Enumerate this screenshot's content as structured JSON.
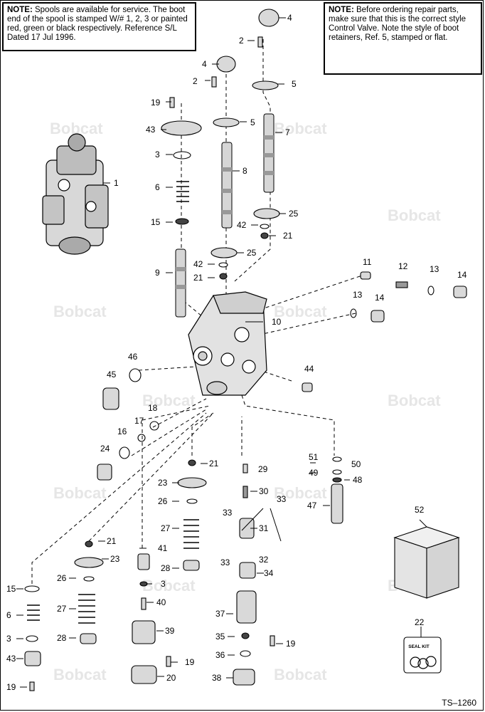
{
  "notes": {
    "left": {
      "label": "NOTE:",
      "text": "Spools are available for service. The boot end of the spool is stamped W/# 1, 2, 3 or painted red, green or black respectively. Reference S/L Dated 17 Jul 1996."
    },
    "right": {
      "label": "NOTE:",
      "text": "Before ordering repair parts, make sure that this is the correct style Control Valve. Note the style of boot retainers, Ref. 5, stamped or flat."
    }
  },
  "watermark": "Bobcat",
  "reference_code": "TS–1260",
  "seal_kit_label": "SEAL KIT",
  "callouts": [
    {
      "id": "c4a",
      "text": "4"
    },
    {
      "id": "c2a",
      "text": "2"
    },
    {
      "id": "c4b",
      "text": "4"
    },
    {
      "id": "c2b",
      "text": "2"
    },
    {
      "id": "c5a",
      "text": "5"
    },
    {
      "id": "c19a",
      "text": "19"
    },
    {
      "id": "c5b",
      "text": "5"
    },
    {
      "id": "c43a",
      "text": "43"
    },
    {
      "id": "c7",
      "text": "7"
    },
    {
      "id": "c3a",
      "text": "3"
    },
    {
      "id": "c8",
      "text": "8"
    },
    {
      "id": "c1",
      "text": "1"
    },
    {
      "id": "c6a",
      "text": "6"
    },
    {
      "id": "c25a",
      "text": "25"
    },
    {
      "id": "c15a",
      "text": "15"
    },
    {
      "id": "c42a",
      "text": "42"
    },
    {
      "id": "c21a",
      "text": "21"
    },
    {
      "id": "c25b",
      "text": "25"
    },
    {
      "id": "c42b",
      "text": "42"
    },
    {
      "id": "c9",
      "text": "9"
    },
    {
      "id": "c21b",
      "text": "21"
    },
    {
      "id": "c11",
      "text": "11"
    },
    {
      "id": "c12",
      "text": "12"
    },
    {
      "id": "c13a",
      "text": "13"
    },
    {
      "id": "c14a",
      "text": "14"
    },
    {
      "id": "c13b",
      "text": "13"
    },
    {
      "id": "c14b",
      "text": "14"
    },
    {
      "id": "c10",
      "text": "10"
    },
    {
      "id": "c46",
      "text": "46"
    },
    {
      "id": "c45",
      "text": "45"
    },
    {
      "id": "c44",
      "text": "44"
    },
    {
      "id": "c18",
      "text": "18"
    },
    {
      "id": "c17",
      "text": "17"
    },
    {
      "id": "c16",
      "text": "16"
    },
    {
      "id": "c24",
      "text": "24"
    },
    {
      "id": "c21c",
      "text": "21"
    },
    {
      "id": "c29",
      "text": "29"
    },
    {
      "id": "c51",
      "text": "51"
    },
    {
      "id": "c50",
      "text": "50"
    },
    {
      "id": "c49",
      "text": "49"
    },
    {
      "id": "c48",
      "text": "48"
    },
    {
      "id": "c23a",
      "text": "23"
    },
    {
      "id": "c30",
      "text": "30"
    },
    {
      "id": "c33a",
      "text": "33"
    },
    {
      "id": "c26a",
      "text": "26"
    },
    {
      "id": "c47",
      "text": "47"
    },
    {
      "id": "c52",
      "text": "52"
    },
    {
      "id": "c33b",
      "text": "33"
    },
    {
      "id": "c27a",
      "text": "27"
    },
    {
      "id": "c31",
      "text": "31"
    },
    {
      "id": "c21d",
      "text": "21"
    },
    {
      "id": "c41",
      "text": "41"
    },
    {
      "id": "c32",
      "text": "32"
    },
    {
      "id": "c23b",
      "text": "23"
    },
    {
      "id": "c33c",
      "text": "33"
    },
    {
      "id": "c28a",
      "text": "28"
    },
    {
      "id": "c34",
      "text": "34"
    },
    {
      "id": "c26b",
      "text": "26"
    },
    {
      "id": "c3b",
      "text": "3"
    },
    {
      "id": "c15b",
      "text": "15"
    },
    {
      "id": "c40",
      "text": "40"
    },
    {
      "id": "c27b",
      "text": "27"
    },
    {
      "id": "c6b",
      "text": "6"
    },
    {
      "id": "c37",
      "text": "37"
    },
    {
      "id": "c22",
      "text": "22"
    },
    {
      "id": "c39",
      "text": "39"
    },
    {
      "id": "c28b",
      "text": "28"
    },
    {
      "id": "c35",
      "text": "35"
    },
    {
      "id": "c3c",
      "text": "3"
    },
    {
      "id": "c19b",
      "text": "19"
    },
    {
      "id": "c36",
      "text": "36"
    },
    {
      "id": "c43b",
      "text": "43"
    },
    {
      "id": "c19c",
      "text": "19"
    },
    {
      "id": "c38",
      "text": "38"
    },
    {
      "id": "c20",
      "text": "20"
    },
    {
      "id": "c19d",
      "text": "19"
    }
  ]
}
